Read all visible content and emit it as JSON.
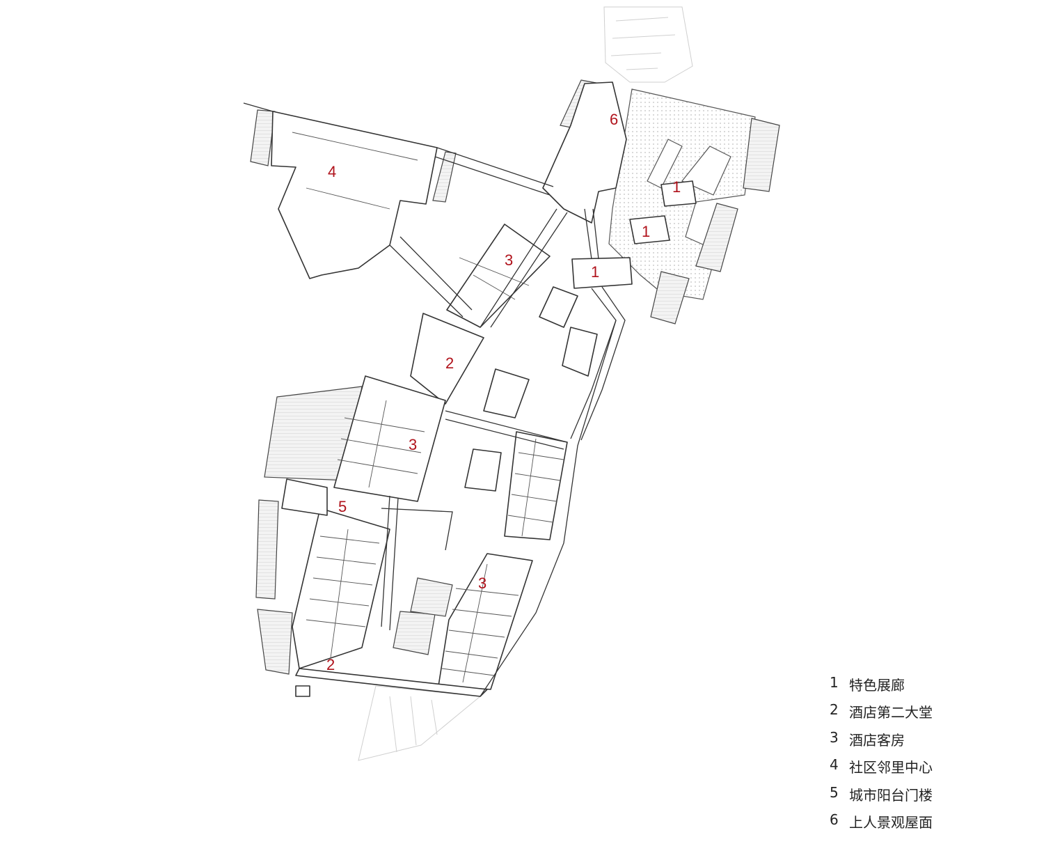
{
  "labels": [
    {
      "id": "6",
      "text": "6"
    },
    {
      "id": "4",
      "text": "4"
    },
    {
      "id": "1a",
      "text": "1"
    },
    {
      "id": "1b",
      "text": "1"
    },
    {
      "id": "1c",
      "text": "1"
    },
    {
      "id": "3a",
      "text": "3"
    },
    {
      "id": "2a",
      "text": "2"
    },
    {
      "id": "3b",
      "text": "3"
    },
    {
      "id": "5",
      "text": "5"
    },
    {
      "id": "3c",
      "text": "3"
    },
    {
      "id": "2b",
      "text": "2"
    }
  ],
  "legend": [
    {
      "num": "1",
      "text": "特色展廊"
    },
    {
      "num": "2",
      "text": "酒店第二大堂"
    },
    {
      "num": "3",
      "text": "酒店客房"
    },
    {
      "num": "4",
      "text": "社区邻里中心"
    },
    {
      "num": "5",
      "text": "城市阳台门楼"
    },
    {
      "num": "6",
      "text": "上人景观屋面"
    }
  ],
  "colors": {
    "label": "#b0121b",
    "line": "#3a3a3a",
    "faint": "#c8c8c8",
    "hatch": "#e7e7e7"
  }
}
